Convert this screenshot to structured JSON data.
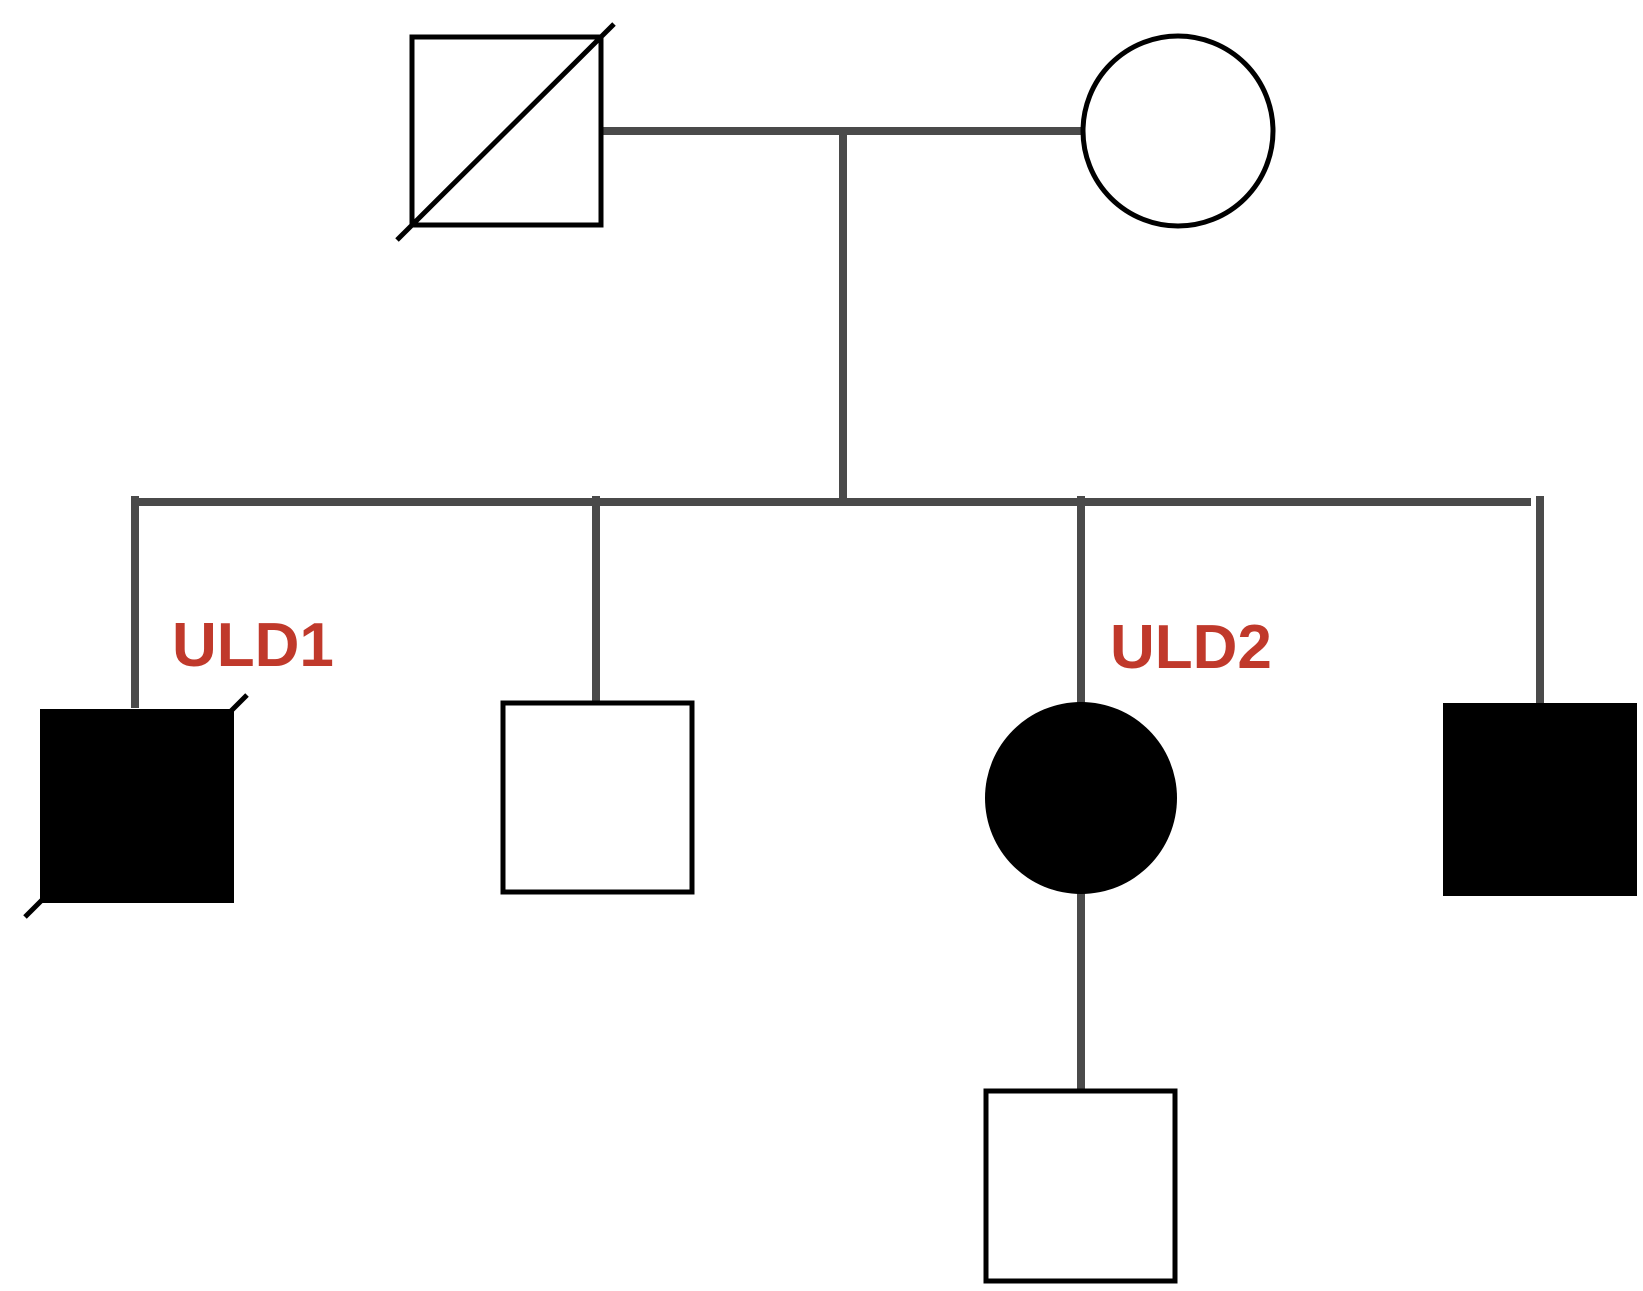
{
  "pedigree": {
    "colors": {
      "line": "#4a4a4a",
      "symbol_outline": "#000000",
      "affected_fill": "#000000",
      "unaffected_fill": "#ffffff",
      "label": "#c0392b"
    },
    "generation_1": {
      "father": {
        "sex": "male",
        "affected": false,
        "deceased": true
      },
      "mother": {
        "sex": "female",
        "affected": false,
        "deceased": false
      }
    },
    "generation_2": [
      {
        "sex": "male",
        "affected": true,
        "deceased": true,
        "label": "ULD1"
      },
      {
        "sex": "male",
        "affected": false,
        "deceased": false
      },
      {
        "sex": "female",
        "affected": true,
        "deceased": false,
        "label": "ULD2"
      },
      {
        "sex": "male",
        "affected": true,
        "deceased": false
      }
    ],
    "generation_3": [
      {
        "sex": "male",
        "affected": false,
        "deceased": false,
        "parent": "ULD2"
      }
    ]
  }
}
